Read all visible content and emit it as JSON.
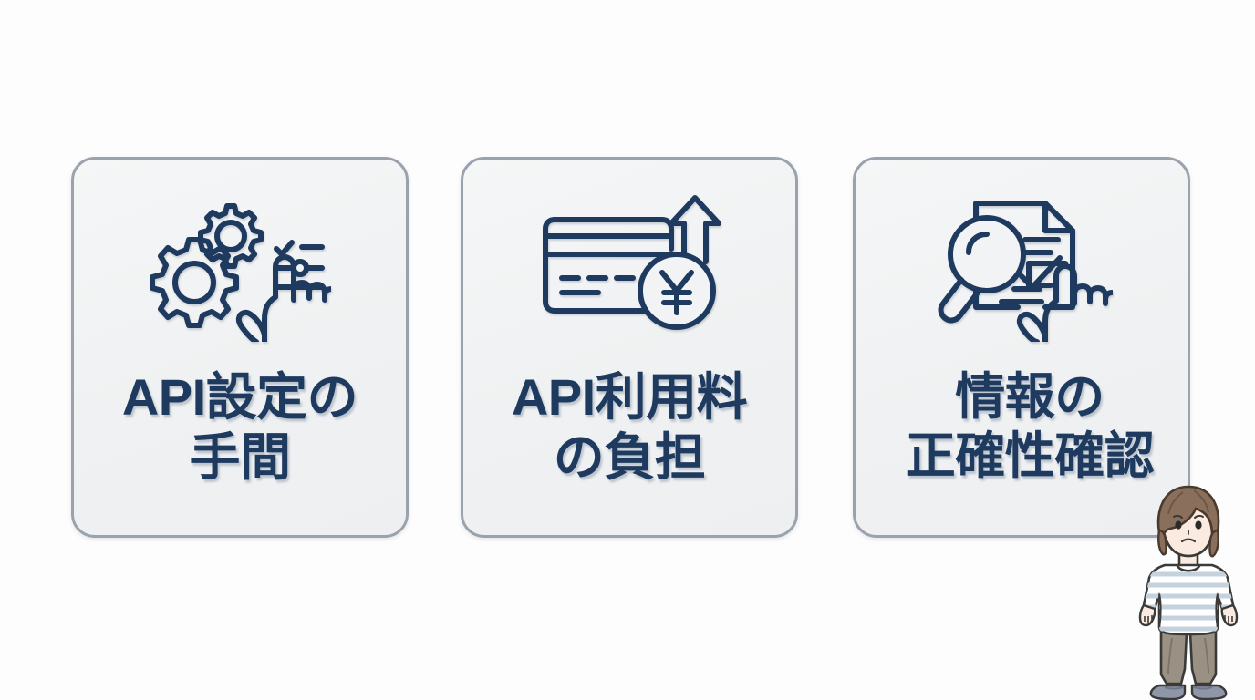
{
  "page": {
    "title": "APIの課題 3つのカード",
    "background_color": "#FDFDFD",
    "accent_color": "#1E3A5F",
    "card_border_color": "#9AA3AD",
    "card_fill_color": "#F1F3F4"
  },
  "cards": [
    {
      "id": "card-1",
      "icon_name": "gears-settings-hand-icon",
      "label": "API設定の\n手間",
      "label_line1": "API設定の",
      "label_line2": "手間"
    },
    {
      "id": "card-2",
      "icon_name": "credit-card-yen-arrow-icon",
      "label": "API利用料\nの負担",
      "label_line1": "API利用料",
      "label_line2": "の負担"
    },
    {
      "id": "card-3",
      "icon_name": "document-magnifier-check-hand-icon",
      "label": "情報の\n正確性確認",
      "label_line1": "情報の",
      "label_line2": "正確性確認"
    }
  ],
  "character": {
    "name": "worried-woman-illustration",
    "hair_color": "#8A6F5C",
    "skin_color": "#FAEAE0",
    "shirt_color": "#FFFFFF",
    "shirt_stripe_color": "#C4D2DE",
    "pants_color": "#9A9184",
    "shoes_color": "#8E96A8",
    "expression": "worried"
  }
}
